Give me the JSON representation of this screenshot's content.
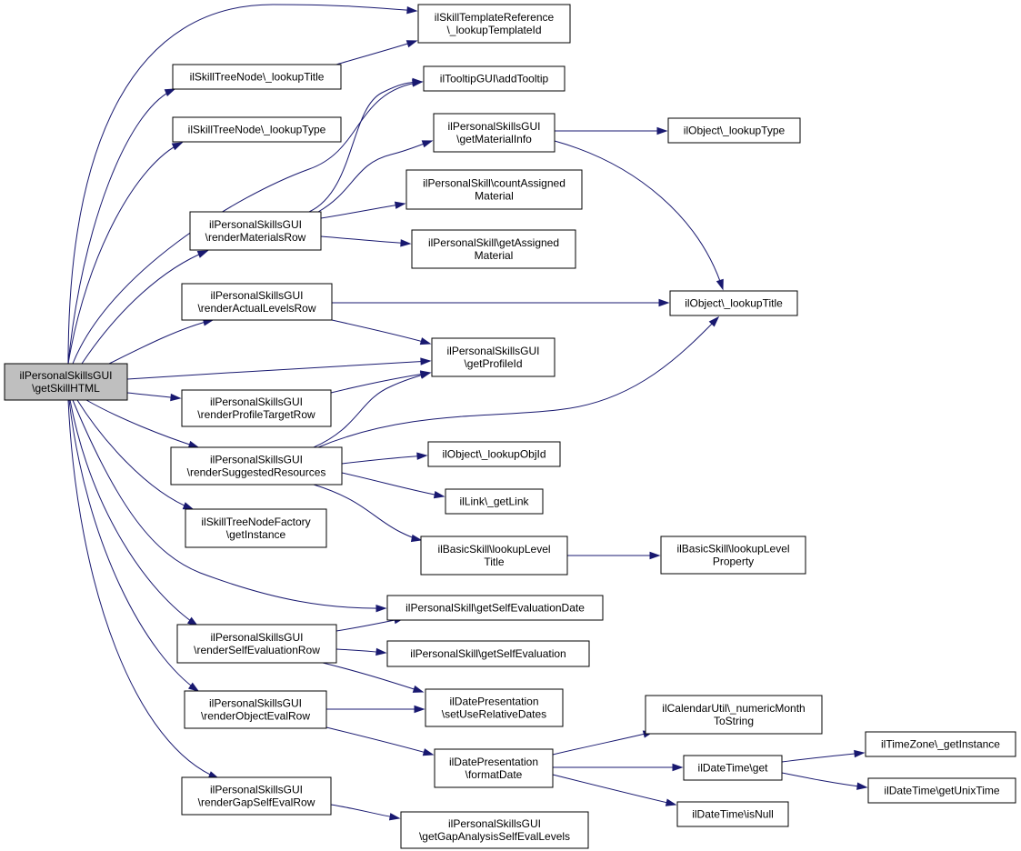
{
  "graph": {
    "edge_color": "#191970",
    "root_fill": "#bfbfbf",
    "nodes": [
      {
        "id": "root",
        "lines": [
          "ilPersonalSkillsGUI",
          "\\getSkillHTML"
        ],
        "root": true
      },
      {
        "id": "tplref",
        "lines": [
          "ilSkillTemplateReference",
          "\\_lookupTemplateId"
        ]
      },
      {
        "id": "tn_title",
        "lines": [
          "ilSkillTreeNode\\_lookupTitle"
        ]
      },
      {
        "id": "tn_type",
        "lines": [
          "ilSkillTreeNode\\_lookupType"
        ]
      },
      {
        "id": "tooltip",
        "lines": [
          "ilTooltipGUI\\addTooltip"
        ]
      },
      {
        "id": "getmat",
        "lines": [
          "ilPersonalSkillsGUI",
          "\\getMaterialInfo"
        ]
      },
      {
        "id": "obj_type",
        "lines": [
          "ilObject\\_lookupType"
        ]
      },
      {
        "id": "countmat",
        "lines": [
          "ilPersonalSkill\\countAssigned",
          "Material"
        ]
      },
      {
        "id": "rendmat",
        "lines": [
          "ilPersonalSkillsGUI",
          "\\renderMaterialsRow"
        ]
      },
      {
        "id": "getassmat",
        "lines": [
          "ilPersonalSkill\\getAssigned",
          "Material"
        ]
      },
      {
        "id": "rendact",
        "lines": [
          "ilPersonalSkillsGUI",
          "\\renderActualLevelsRow"
        ]
      },
      {
        "id": "obj_title",
        "lines": [
          "ilObject\\_lookupTitle"
        ]
      },
      {
        "id": "getprof",
        "lines": [
          "ilPersonalSkillsGUI",
          "\\getProfileId"
        ]
      },
      {
        "id": "rendprof",
        "lines": [
          "ilPersonalSkillsGUI",
          "\\renderProfileTargetRow"
        ]
      },
      {
        "id": "rendsug",
        "lines": [
          "ilPersonalSkillsGUI",
          "\\renderSuggestedResources"
        ]
      },
      {
        "id": "obj_id",
        "lines": [
          "ilObject\\_lookupObjId"
        ]
      },
      {
        "id": "getlink",
        "lines": [
          "ilLink\\_getLink"
        ]
      },
      {
        "id": "tnfactory",
        "lines": [
          "ilSkillTreeNodeFactory",
          "\\getInstance"
        ]
      },
      {
        "id": "lvltitle",
        "lines": [
          "ilBasicSkill\\lookupLevel",
          "Title"
        ]
      },
      {
        "id": "lvlprop",
        "lines": [
          "ilBasicSkill\\lookupLevel",
          "Property"
        ]
      },
      {
        "id": "selfevaldate",
        "lines": [
          "ilPersonalSkill\\getSelfEvaluationDate"
        ]
      },
      {
        "id": "rendself",
        "lines": [
          "ilPersonalSkillsGUI",
          "\\renderSelfEvaluationRow"
        ]
      },
      {
        "id": "selfeval",
        "lines": [
          "ilPersonalSkill\\getSelfEvaluation"
        ]
      },
      {
        "id": "rendobj",
        "lines": [
          "ilPersonalSkillsGUI",
          "\\renderObjectEvalRow"
        ]
      },
      {
        "id": "setrel",
        "lines": [
          "ilDatePresentation",
          "\\setUseRelativeDates"
        ]
      },
      {
        "id": "calutil",
        "lines": [
          "ilCalendarUtil\\_numericMonth",
          "ToString"
        ]
      },
      {
        "id": "fmtdate",
        "lines": [
          "ilDatePresentation",
          "\\formatDate"
        ]
      },
      {
        "id": "dt_get",
        "lines": [
          "ilDateTime\\get"
        ]
      },
      {
        "id": "tz",
        "lines": [
          "ilTimeZone\\_getInstance"
        ]
      },
      {
        "id": "unixtime",
        "lines": [
          "ilDateTime\\getUnixTime"
        ]
      },
      {
        "id": "isnull",
        "lines": [
          "ilDateTime\\isNull"
        ]
      },
      {
        "id": "rendgap",
        "lines": [
          "ilPersonalSkillsGUI",
          "\\renderGapSelfEvalRow"
        ]
      },
      {
        "id": "gaplevels",
        "lines": [
          "ilPersonalSkillsGUI",
          "\\getGapAnalysisSelfEvalLevels"
        ]
      }
    ],
    "edges": [
      {
        "from": "root",
        "to": "tplref"
      },
      {
        "from": "root",
        "to": "tn_title"
      },
      {
        "from": "root",
        "to": "tn_type"
      },
      {
        "from": "root",
        "to": "tooltip"
      },
      {
        "from": "root",
        "to": "rendmat"
      },
      {
        "from": "root",
        "to": "rendact"
      },
      {
        "from": "root",
        "to": "getprof"
      },
      {
        "from": "root",
        "to": "rendprof"
      },
      {
        "from": "root",
        "to": "rendsug"
      },
      {
        "from": "root",
        "to": "tnfactory"
      },
      {
        "from": "root",
        "to": "selfevaldate"
      },
      {
        "from": "root",
        "to": "rendself"
      },
      {
        "from": "root",
        "to": "rendobj"
      },
      {
        "from": "root",
        "to": "rendgap"
      },
      {
        "from": "tn_title",
        "to": "tplref"
      },
      {
        "from": "rendmat",
        "to": "tooltip"
      },
      {
        "from": "rendmat",
        "to": "getmat"
      },
      {
        "from": "rendmat",
        "to": "countmat"
      },
      {
        "from": "rendmat",
        "to": "getassmat"
      },
      {
        "from": "getmat",
        "to": "obj_type"
      },
      {
        "from": "getmat",
        "to": "obj_title"
      },
      {
        "from": "rendact",
        "to": "obj_title"
      },
      {
        "from": "rendact",
        "to": "getprof"
      },
      {
        "from": "rendprof",
        "to": "getprof"
      },
      {
        "from": "rendsug",
        "to": "getprof"
      },
      {
        "from": "rendsug",
        "to": "obj_title"
      },
      {
        "from": "rendsug",
        "to": "obj_id"
      },
      {
        "from": "rendsug",
        "to": "getlink"
      },
      {
        "from": "rendsug",
        "to": "lvltitle"
      },
      {
        "from": "lvltitle",
        "to": "lvlprop"
      },
      {
        "from": "rendself",
        "to": "selfevaldate"
      },
      {
        "from": "rendself",
        "to": "selfeval"
      },
      {
        "from": "rendself",
        "to": "setrel"
      },
      {
        "from": "rendobj",
        "to": "setrel"
      },
      {
        "from": "rendobj",
        "to": "fmtdate"
      },
      {
        "from": "fmtdate",
        "to": "calutil"
      },
      {
        "from": "fmtdate",
        "to": "dt_get"
      },
      {
        "from": "fmtdate",
        "to": "isnull"
      },
      {
        "from": "dt_get",
        "to": "tz"
      },
      {
        "from": "dt_get",
        "to": "unixtime"
      },
      {
        "from": "rendgap",
        "to": "gaplevels"
      }
    ]
  }
}
